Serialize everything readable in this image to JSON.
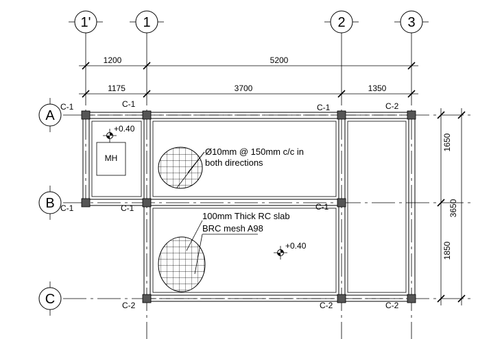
{
  "grid": {
    "columns": [
      "1'",
      "1",
      "2",
      "3"
    ],
    "rows": [
      "A",
      "B",
      "C"
    ]
  },
  "dimensions": {
    "top_overall": [
      "1200",
      "5200"
    ],
    "top_detail": [
      "1175",
      "3700",
      "1350"
    ],
    "right_detail": [
      "1650",
      "1850"
    ],
    "right_overall": "3650"
  },
  "columns_labels": {
    "a_left": "C-1",
    "a_col1": "C-1",
    "a_col2": "C-1",
    "a_col3": "C-2",
    "b_left": "C-1",
    "b_col1": "C-1",
    "b_col2": "C-1",
    "c_col1": "C-2",
    "c_col2": "C-2",
    "c_col3": "C-2"
  },
  "annotations": {
    "level_1": "+0.40",
    "level_2": "+0.40",
    "manhole": "MH",
    "rebar_note_line1": "Ø10mm @ 150mm c/c in",
    "rebar_note_line2": "both directions",
    "slab_note_line1": "100mm Thick RC slab",
    "slab_note_line2": "BRC mesh A98"
  }
}
